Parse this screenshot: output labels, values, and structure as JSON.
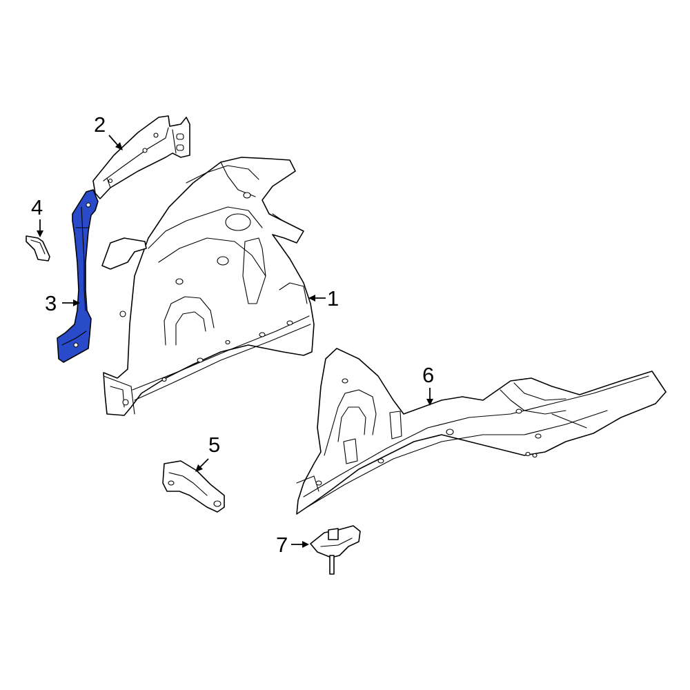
{
  "colors": {
    "highlight": "#2a4bc9",
    "line": "#000000",
    "background": "#ffffff"
  },
  "callouts": [
    {
      "id": "1",
      "label": "1"
    },
    {
      "id": "2",
      "label": "2"
    },
    {
      "id": "3",
      "label": "3"
    },
    {
      "id": "4",
      "label": "4"
    },
    {
      "id": "5",
      "label": "5"
    },
    {
      "id": "6",
      "label": "6"
    },
    {
      "id": "7",
      "label": "7"
    }
  ],
  "highlighted_part": "3"
}
